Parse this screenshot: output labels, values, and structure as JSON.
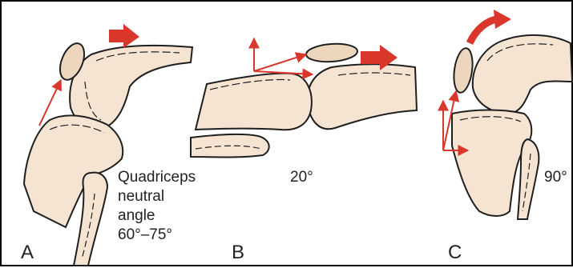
{
  "panels": [
    {
      "letter": "A",
      "annotation_lines": [
        "Quadriceps",
        "neutral",
        "angle",
        "60°–75°"
      ]
    },
    {
      "letter": "B",
      "annotation_lines": [
        "20°"
      ]
    },
    {
      "letter": "C",
      "annotation_lines": [
        "90°"
      ]
    }
  ],
  "colors": {
    "bone_fill": "#f6e4d2",
    "patella_fill": "#ecd6bd",
    "outline": "#1f1f1f",
    "force_arrow": "#d9362c"
  }
}
